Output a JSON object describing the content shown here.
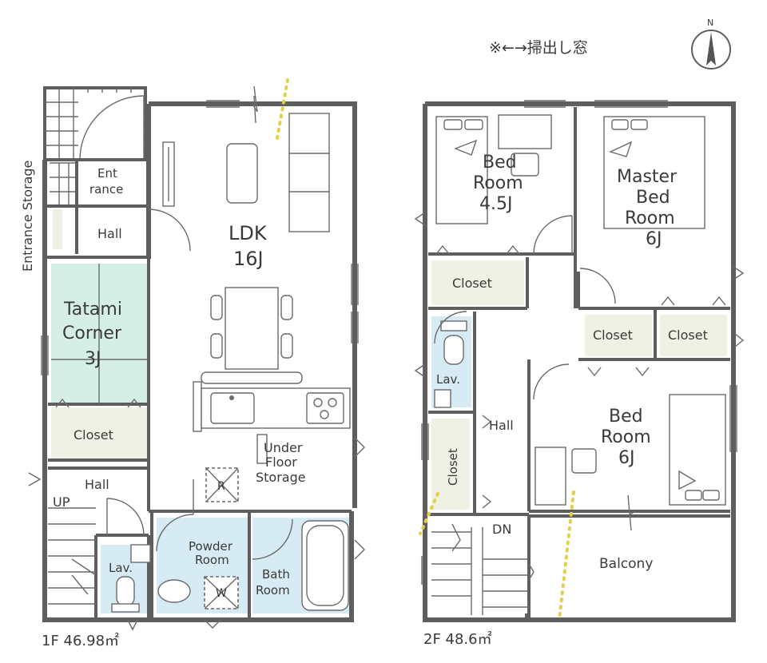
{
  "legend": {
    "text": "※←→掃出し窓"
  },
  "compass": {
    "label": "N"
  },
  "floor1": {
    "area_label": "1F 46.98㎡",
    "rooms": {
      "entrance_storage": "Entrance Storage",
      "entrance_1": "Ent",
      "entrance_2": "rance",
      "hall_top": "Hall",
      "ldk_1": "LDK",
      "ldk_2": "16J",
      "tatami_1": "Tatami",
      "tatami_2": "Corner",
      "tatami_3": "3J",
      "closet": "Closet",
      "hall_bottom": "Hall",
      "up": "UP",
      "lav": "Lav.",
      "underfloor_1": "Under",
      "underfloor_2": "Floor",
      "underfloor_3": "Storage",
      "fridge_mark": "R",
      "powder_1": "Powder",
      "powder_2": "Room",
      "washer_mark": "W",
      "bath_1": "Bath",
      "bath_2": "Room"
    }
  },
  "floor2": {
    "area_label": "2F 48.6㎡",
    "rooms": {
      "bed1_1": "Bed",
      "bed1_2": "Room",
      "bed1_3": "4.5J",
      "master_1": "Master",
      "master_2": "Bed",
      "master_3": "Room",
      "master_4": "6J",
      "closet_a": "Closet",
      "closet_b": "Closet",
      "closet_c": "Closet",
      "closet_vertical": "Closet",
      "lav": "Lav.",
      "hall": "Hall",
      "bed2_1": "Bed",
      "bed2_2": "Room",
      "bed2_3": "6J",
      "dn": "DN",
      "balcony": "Balcony"
    }
  }
}
